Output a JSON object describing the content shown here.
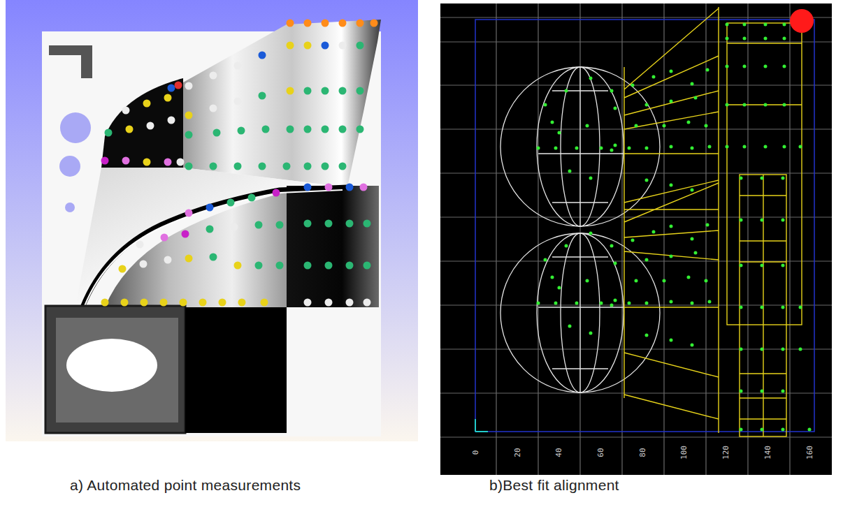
{
  "diagram": {
    "labels": [
      "a) Automated point measurements",
      "b)Best fit alignment",
      "0",
      "20",
      "40",
      "60",
      "80",
      "100",
      "120",
      "140",
      "160"
    ]
  }
}
